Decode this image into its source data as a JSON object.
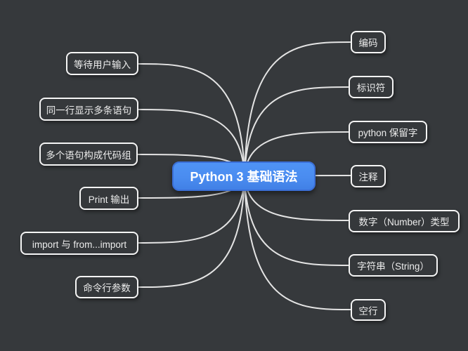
{
  "diagram": {
    "center": {
      "label": "Python 3 基础语法"
    },
    "left_nodes": [
      {
        "label": "等待用户输入"
      },
      {
        "label": "同一行显示多条语句"
      },
      {
        "label": "多个语句构成代码组"
      },
      {
        "label": "Print 输出"
      },
      {
        "label": "import 与 from...import"
      },
      {
        "label": "命令行参数"
      }
    ],
    "right_nodes": [
      {
        "label": "编码"
      },
      {
        "label": "标识符"
      },
      {
        "label": "python 保留字"
      },
      {
        "label": "注释"
      },
      {
        "label": "数字（Number）类型"
      },
      {
        "label": "字符串（String）"
      },
      {
        "label": "空行"
      }
    ]
  },
  "colors": {
    "background": "#36393c",
    "node_fill": "#35383b",
    "node_border": "#f5f5f5",
    "node_text": "#ececec",
    "center_fill": "#4a8cf0",
    "center_border": "#3b6fd6",
    "connector": "#e4e4e4"
  }
}
